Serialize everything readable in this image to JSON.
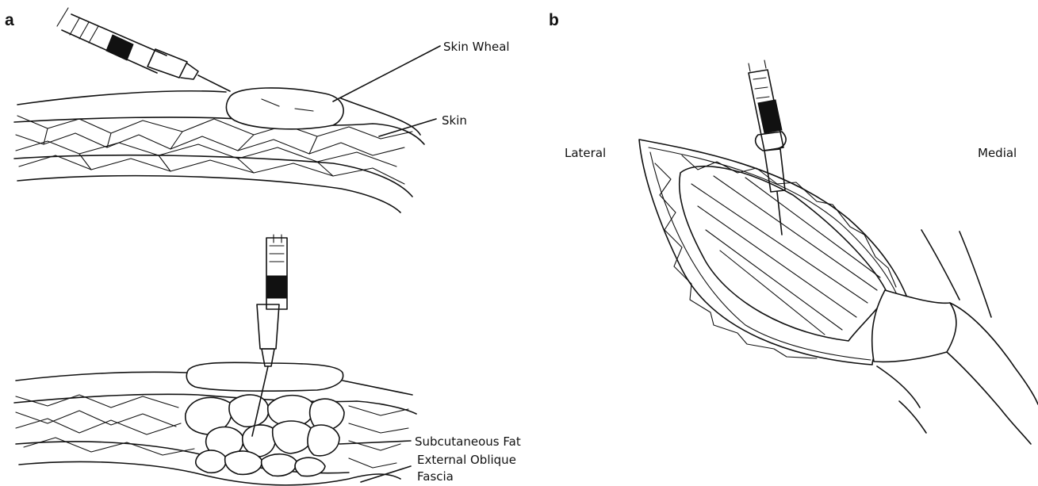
{
  "panels": {
    "a": {
      "letter": "a",
      "labels": {
        "skin_wheal": "Skin Wheal",
        "skin": "Skin",
        "subcutaneous_fat": "Subcutaneous Fat",
        "external_oblique_line1": "External Oblique",
        "external_oblique_line2": "Fascia"
      }
    },
    "b": {
      "letter": "b",
      "labels": {
        "lateral": "Lateral",
        "medial": "Medial"
      }
    }
  }
}
